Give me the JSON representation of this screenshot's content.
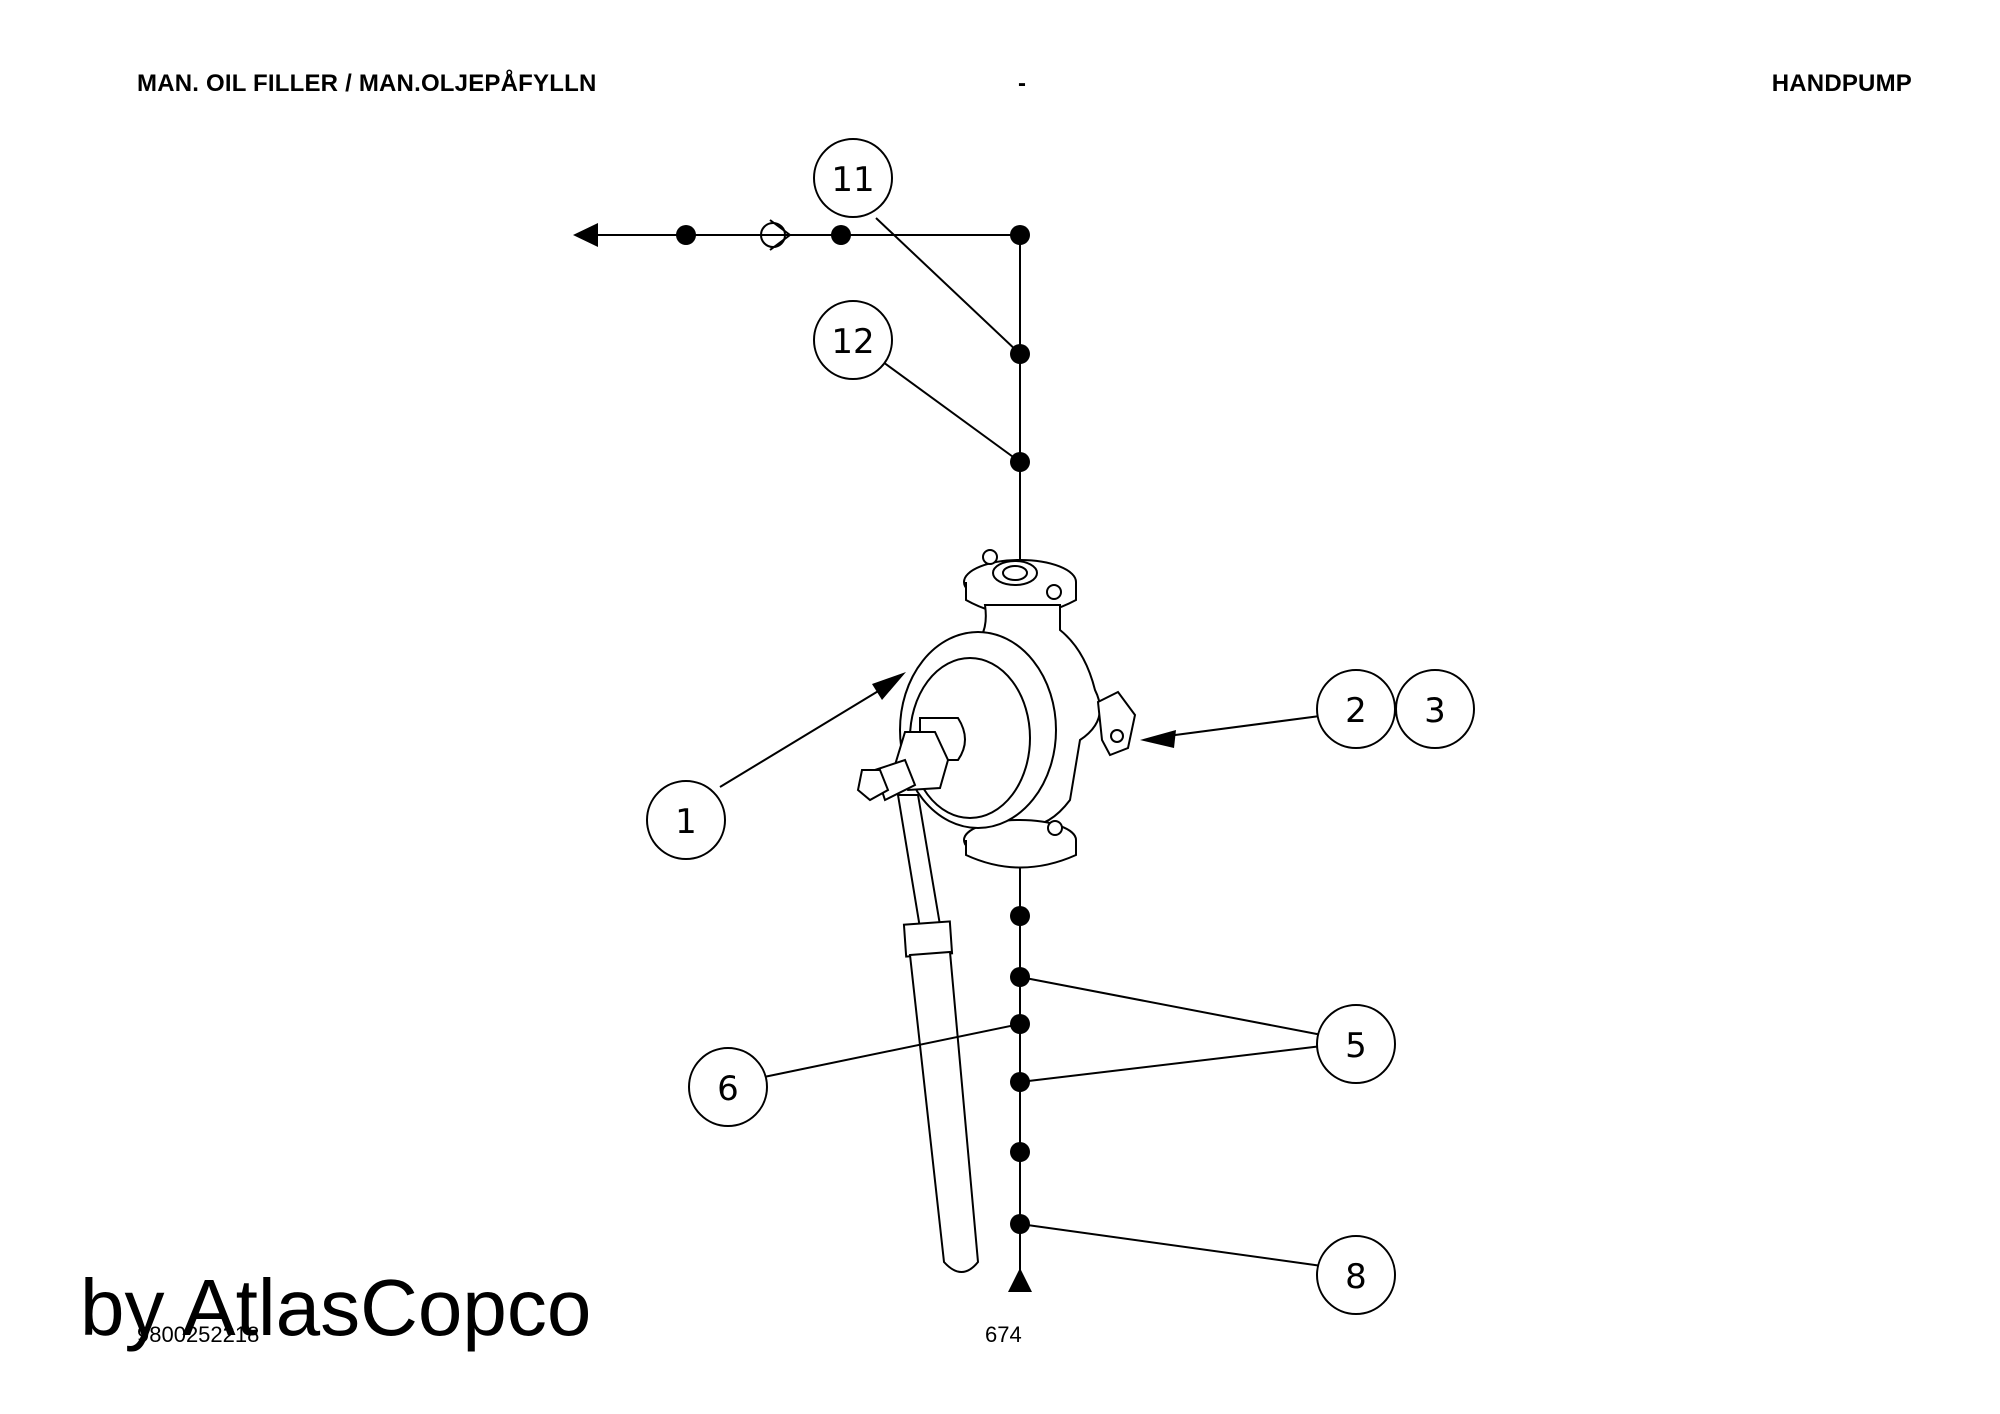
{
  "header": {
    "left_title": "MAN. OIL FILLER / MAN.OLJEPÅFYLLN",
    "middle": "-",
    "right_title": "HANDPUMP"
  },
  "callouts": {
    "c1": "1",
    "c2": "2",
    "c3": "3",
    "c5": "5",
    "c6": "6",
    "c8": "8",
    "c11": "11",
    "c12": "12"
  },
  "footer": {
    "document_number": "9800252218",
    "page_number": "674",
    "watermark": "by AtlasCopco"
  }
}
